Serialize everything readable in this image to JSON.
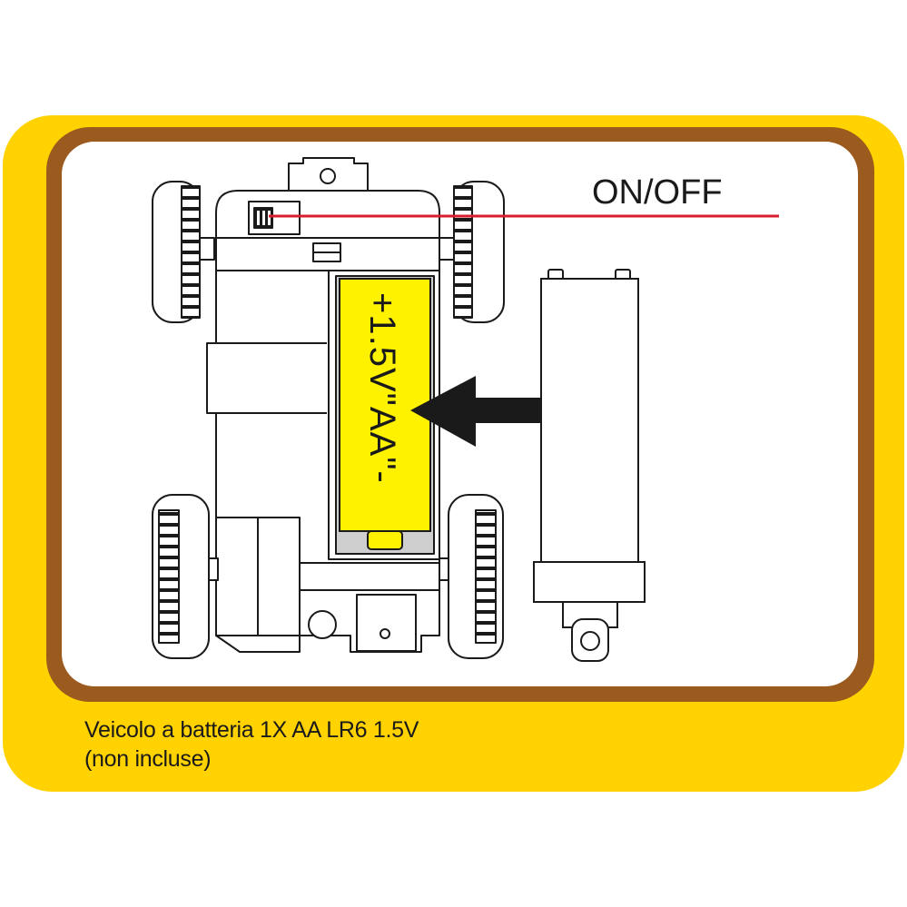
{
  "diagram": {
    "switch_label": "ON/OFF",
    "battery_label": "+1.5V\"AA\"-",
    "caption_line1": "Veicolo a batteria 1X AA LR6 1.5V",
    "caption_line2": "(non incluse)"
  },
  "colors": {
    "outer_frame": "#FFD200",
    "inner_border": "#9B5A1E",
    "battery": "#FFF200",
    "switch_line": "#D81E2C",
    "outline": "#1a1a1a"
  }
}
